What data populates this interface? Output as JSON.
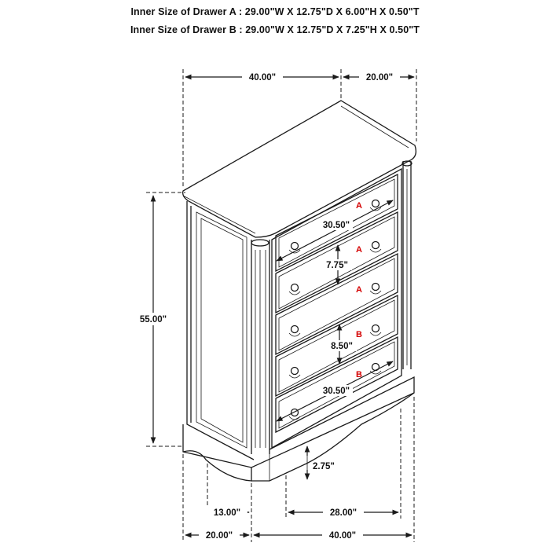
{
  "specs": {
    "drawer_a": "Inner Size of Drawer A : 29.00\"W X 12.75\"D X 6.00\"H X 0.50\"T",
    "drawer_b": "Inner Size of Drawer B : 29.00\"W X 12.75\"D X 7.25\"H X 0.50\"T"
  },
  "dimensions": {
    "top_width": "40.00\"",
    "top_depth": "20.00\"",
    "height": "55.00\"",
    "drawer_width_top": "30.50\"",
    "drawer_height_a": "7.75\"",
    "drawer_height_b": "8.50\"",
    "drawer_width_bottom": "30.50\"",
    "base_clearance": "2.75\"",
    "side_foot": "13.00\"",
    "front_foot": "28.00\"",
    "bottom_depth": "20.00\"",
    "bottom_width": "40.00\""
  },
  "drawer_labels": [
    "A",
    "A",
    "A",
    "B",
    "B"
  ],
  "colors": {
    "line": "#1a1a1a",
    "label": "#d40000"
  }
}
